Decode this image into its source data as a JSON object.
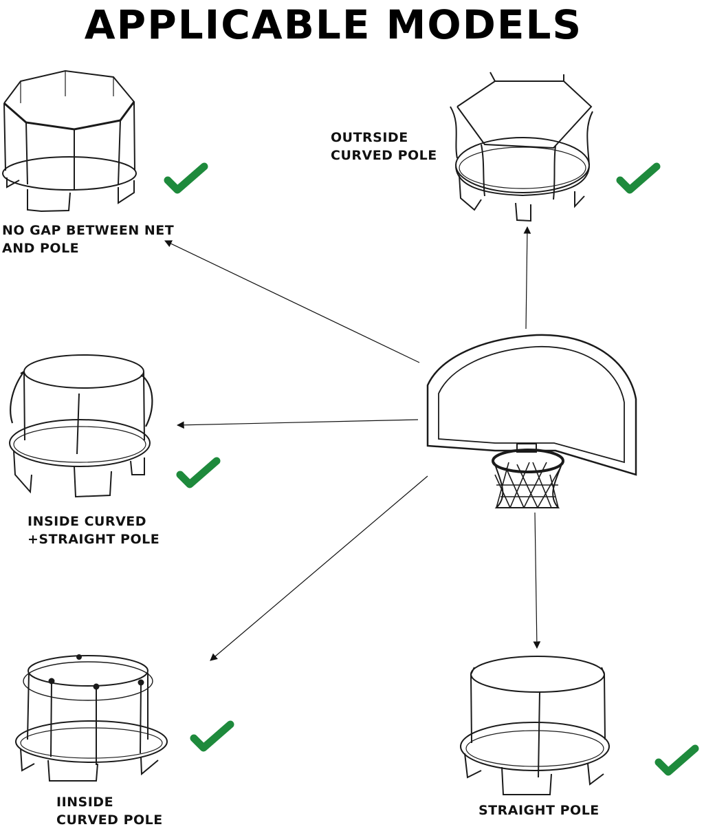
{
  "title": "APPLICABLE MODELS",
  "models": [
    {
      "key": "no-gap",
      "lines": [
        "NO GAP BETWEEN NET",
        "AND POLE"
      ]
    },
    {
      "key": "outside-curved",
      "lines": [
        "OUTRSIDE",
        "CURVED POLE"
      ]
    },
    {
      "key": "inside-curved-straight",
      "lines": [
        "INSIDE CURVED",
        "+STRAIGHT POLE"
      ]
    },
    {
      "key": "inside-curved",
      "lines": [
        "IINSIDE",
        "CURVED POLE"
      ]
    },
    {
      "key": "straight",
      "lines": [
        "STRAIGHT POLE"
      ]
    }
  ],
  "colors": {
    "check": "#1e8a3c",
    "line": "#1a1a1a",
    "text": "#111111"
  },
  "icons": [
    "check-icon",
    "arrow-icon",
    "basketball-hoop-icon",
    "trampoline-icon"
  ]
}
